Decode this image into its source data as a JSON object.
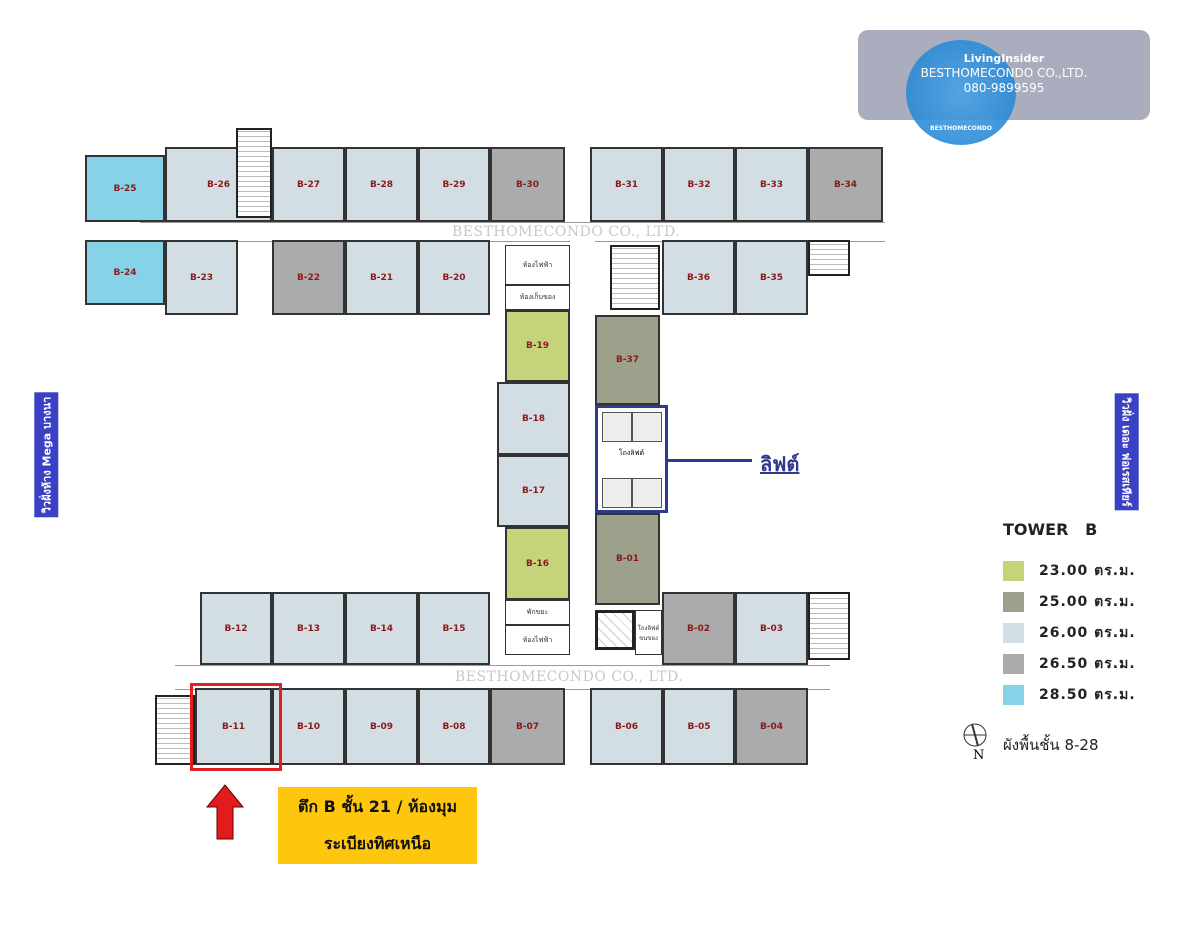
{
  "watermark": {
    "brand": "LivingInsider",
    "company": "BESTHOMECONDO CO.,LTD.",
    "phone": "080-9899595",
    "logo_text": "BESTHOMECONDO"
  },
  "plan_watermark": "BESTHOMECONDO CO., LTD.",
  "view_left": "วิวฝั่งห้าง Mega บางนา",
  "view_right": "วิวฝั่ง เดอะ ฟอเรสเทียร์",
  "lift_label": "ลิฟต์",
  "rooms": {
    "electric": "ห้องไฟฟ้า",
    "storage": "ห้องเก็บของ",
    "lift_lobby": "โถงลิฟต์",
    "garbage": "พักขยะ",
    "electric2": "ห้องไฟฟ้า",
    "service_lift": "โถงลิฟต์ขนของ"
  },
  "legend": {
    "title": "TOWER   B",
    "items": [
      {
        "label": "23.00 ตร.ม.",
        "color": "#c5d47a"
      },
      {
        "label": "25.00 ตร.ม.",
        "color": "#9da08a"
      },
      {
        "label": "26.00 ตร.ม.",
        "color": "#d3dde4"
      },
      {
        "label": "26.50 ตร.ม.",
        "color": "#a9abad"
      },
      {
        "label": "28.50 ตร.ม.",
        "color": "#86d2e6"
      }
    ],
    "floor_note": "ผังพื้นชั้น 8-28",
    "north": "N"
  },
  "callout": {
    "line1": "ตึก B ชั้น 21 / ห้องมุม",
    "line2": "ระเบียงทิศเหนือ",
    "highlight_unit": "B-11"
  },
  "units": [
    {
      "id": "B-01",
      "size": 1
    },
    {
      "id": "B-02",
      "size": 3
    },
    {
      "id": "B-03",
      "size": 2
    },
    {
      "id": "B-04",
      "size": 3
    },
    {
      "id": "B-05",
      "size": 2
    },
    {
      "id": "B-06",
      "size": 2
    },
    {
      "id": "B-07",
      "size": 3
    },
    {
      "id": "B-08",
      "size": 2
    },
    {
      "id": "B-09",
      "size": 2
    },
    {
      "id": "B-10",
      "size": 2
    },
    {
      "id": "B-11",
      "size": 2
    },
    {
      "id": "B-12",
      "size": 2
    },
    {
      "id": "B-13",
      "size": 2
    },
    {
      "id": "B-14",
      "size": 2
    },
    {
      "id": "B-15",
      "size": 2
    },
    {
      "id": "B-16",
      "size": 0
    },
    {
      "id": "B-17",
      "size": 2
    },
    {
      "id": "B-18",
      "size": 2
    },
    {
      "id": "B-19",
      "size": 0
    },
    {
      "id": "B-20",
      "size": 2
    },
    {
      "id": "B-21",
      "size": 2
    },
    {
      "id": "B-22",
      "size": 3
    },
    {
      "id": "B-23",
      "size": 2
    },
    {
      "id": "B-24",
      "size": 4
    },
    {
      "id": "B-25",
      "size": 4
    },
    {
      "id": "B-26",
      "size": 2
    },
    {
      "id": "B-27",
      "size": 2
    },
    {
      "id": "B-28",
      "size": 2
    },
    {
      "id": "B-29",
      "size": 2
    },
    {
      "id": "B-30",
      "size": 3
    },
    {
      "id": "B-31",
      "size": 2
    },
    {
      "id": "B-32",
      "size": 2
    },
    {
      "id": "B-33",
      "size": 2
    },
    {
      "id": "B-34",
      "size": 3
    },
    {
      "id": "B-35",
      "size": 2
    },
    {
      "id": "B-36",
      "size": 2
    },
    {
      "id": "B-37",
      "size": 1
    }
  ]
}
